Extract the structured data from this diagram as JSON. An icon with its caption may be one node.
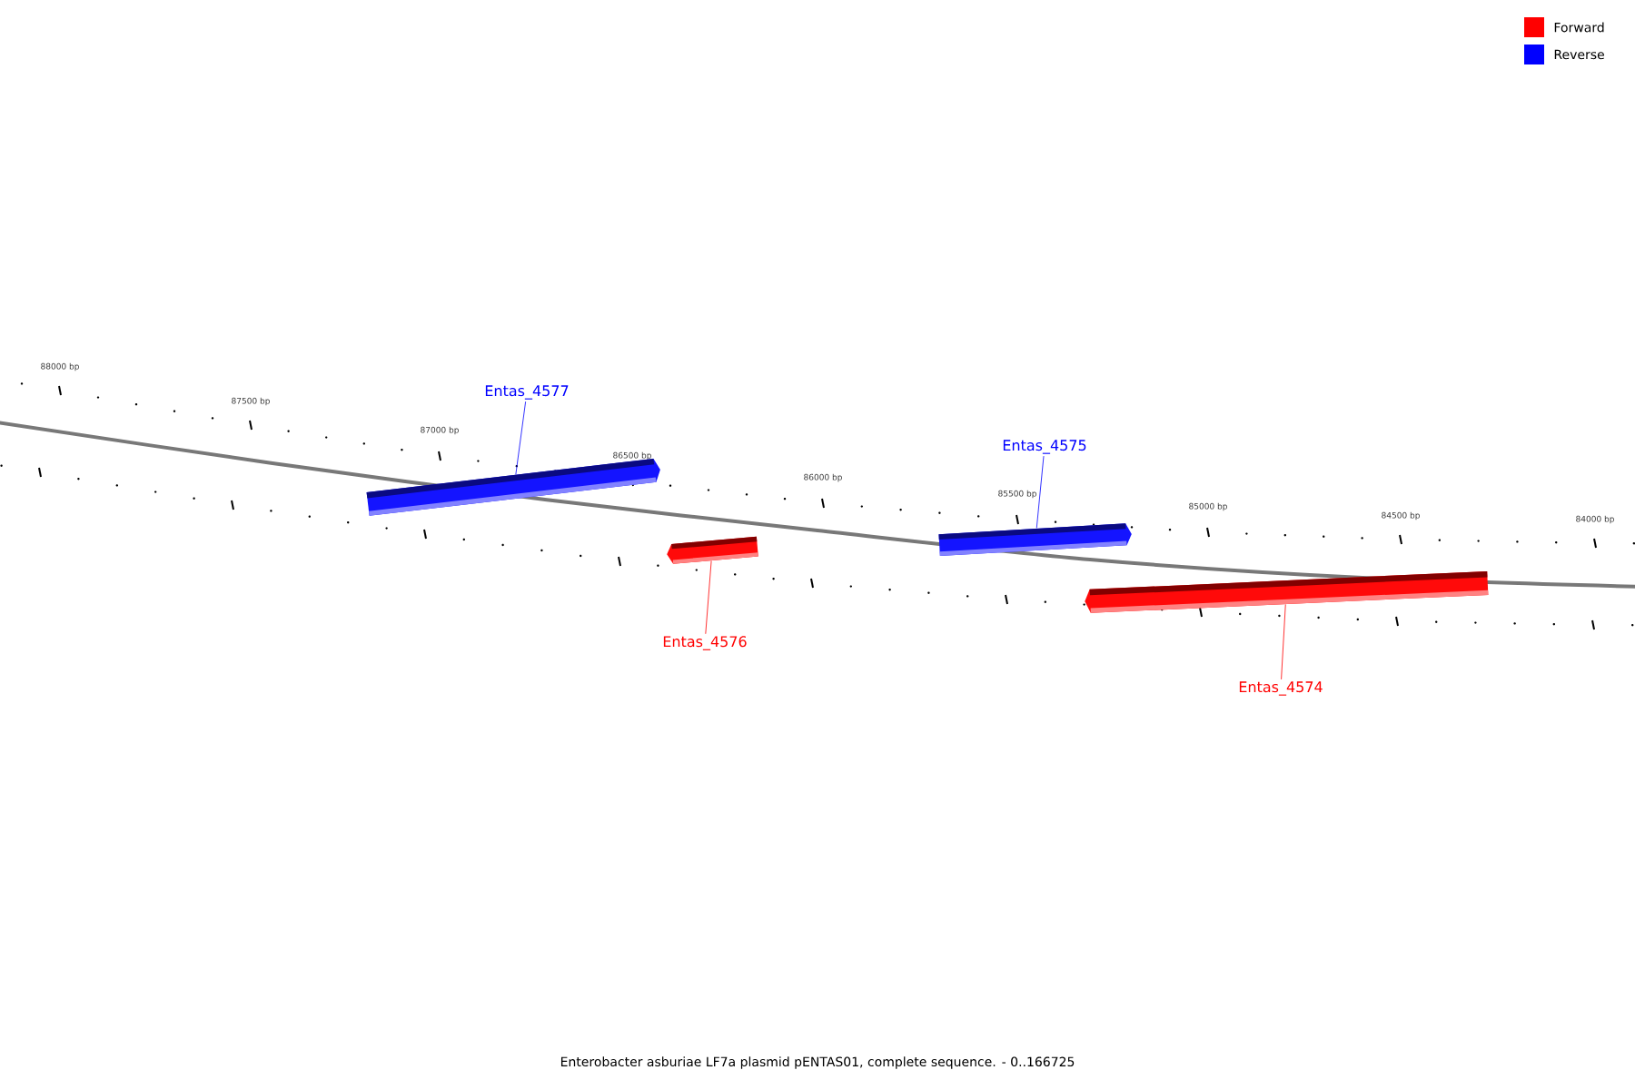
{
  "diagram": {
    "caption": "Enterobacter asburiae LF7a plasmid pENTAS01, complete sequence. - 0..166725",
    "nodes": [
      {
        "text": [
          "Entas_4577"
        ]
      },
      {
        "text": [],
        "shape": "bar"
      },
      {
        "text": [
          "Entas_4575"
        ]
      },
      {
        "text": [],
        "shape": "bar"
      },
      {
        "text": [],
        "shape": "bar"
      },
      {
        "text": [
          "Entas_4576"
        ]
      },
      {
        "text": [],
        "shape": "bar"
      },
      {
        "text": [
          "Entas_4574"
        ]
      }
    ],
    "edges": [
      {
        "from": 0,
        "to": 1,
        "arrow": "none",
        "color": "#0000ff"
      },
      {
        "from": 2,
        "to": 3,
        "arrow": "none",
        "color": "#0000ff"
      },
      {
        "from": 5,
        "to": 4,
        "arrow": "none",
        "color": "#ff0000"
      },
      {
        "from": 7,
        "to": 6,
        "arrow": "none",
        "color": "#ff0000"
      }
    ],
    "labels": [
      "88000 bp",
      "87500 bp",
      "87000 bp",
      "86500 bp",
      "86000 bp",
      "85500 bp",
      "85000 bp",
      "84500 bp",
      "84000 bp"
    ],
    "legend": [
      {
        "text": "Forward",
        "color": "#ff0000"
      },
      {
        "text": "Reverse",
        "color": "#0000ff"
      }
    ]
  }
}
